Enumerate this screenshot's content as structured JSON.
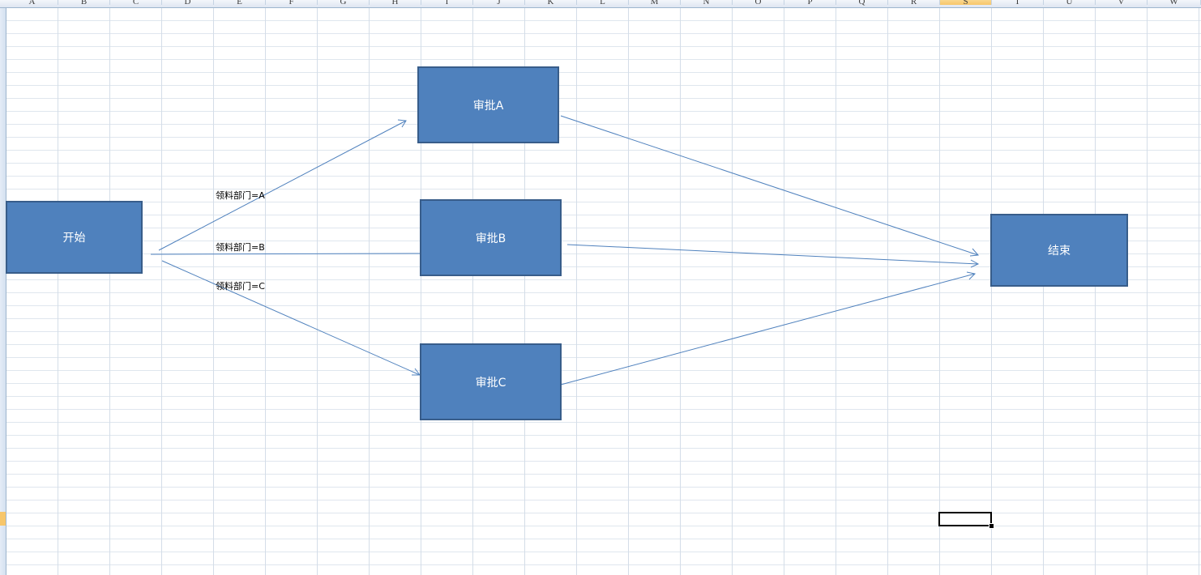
{
  "spreadsheet": {
    "columns": [
      "A",
      "B",
      "C",
      "D",
      "E",
      "F",
      "G",
      "H",
      "I",
      "J",
      "K",
      "L",
      "M",
      "N",
      "O",
      "P",
      "Q",
      "R",
      "S",
      "T",
      "U",
      "V",
      "W"
    ],
    "selected_column": "S"
  },
  "flowchart": {
    "shapes": {
      "start": "开始",
      "approve_a": "审批A",
      "approve_b": "审批B",
      "approve_c": "审批C",
      "end": "结束"
    },
    "edge_labels": {
      "to_a": "领料部门=A",
      "to_b": "领料部门=B",
      "to_c": "领料部门=C"
    }
  },
  "colors": {
    "shape_fill": "#4f81bd",
    "shape_border": "#385d8a",
    "connector": "#4f81bd"
  }
}
